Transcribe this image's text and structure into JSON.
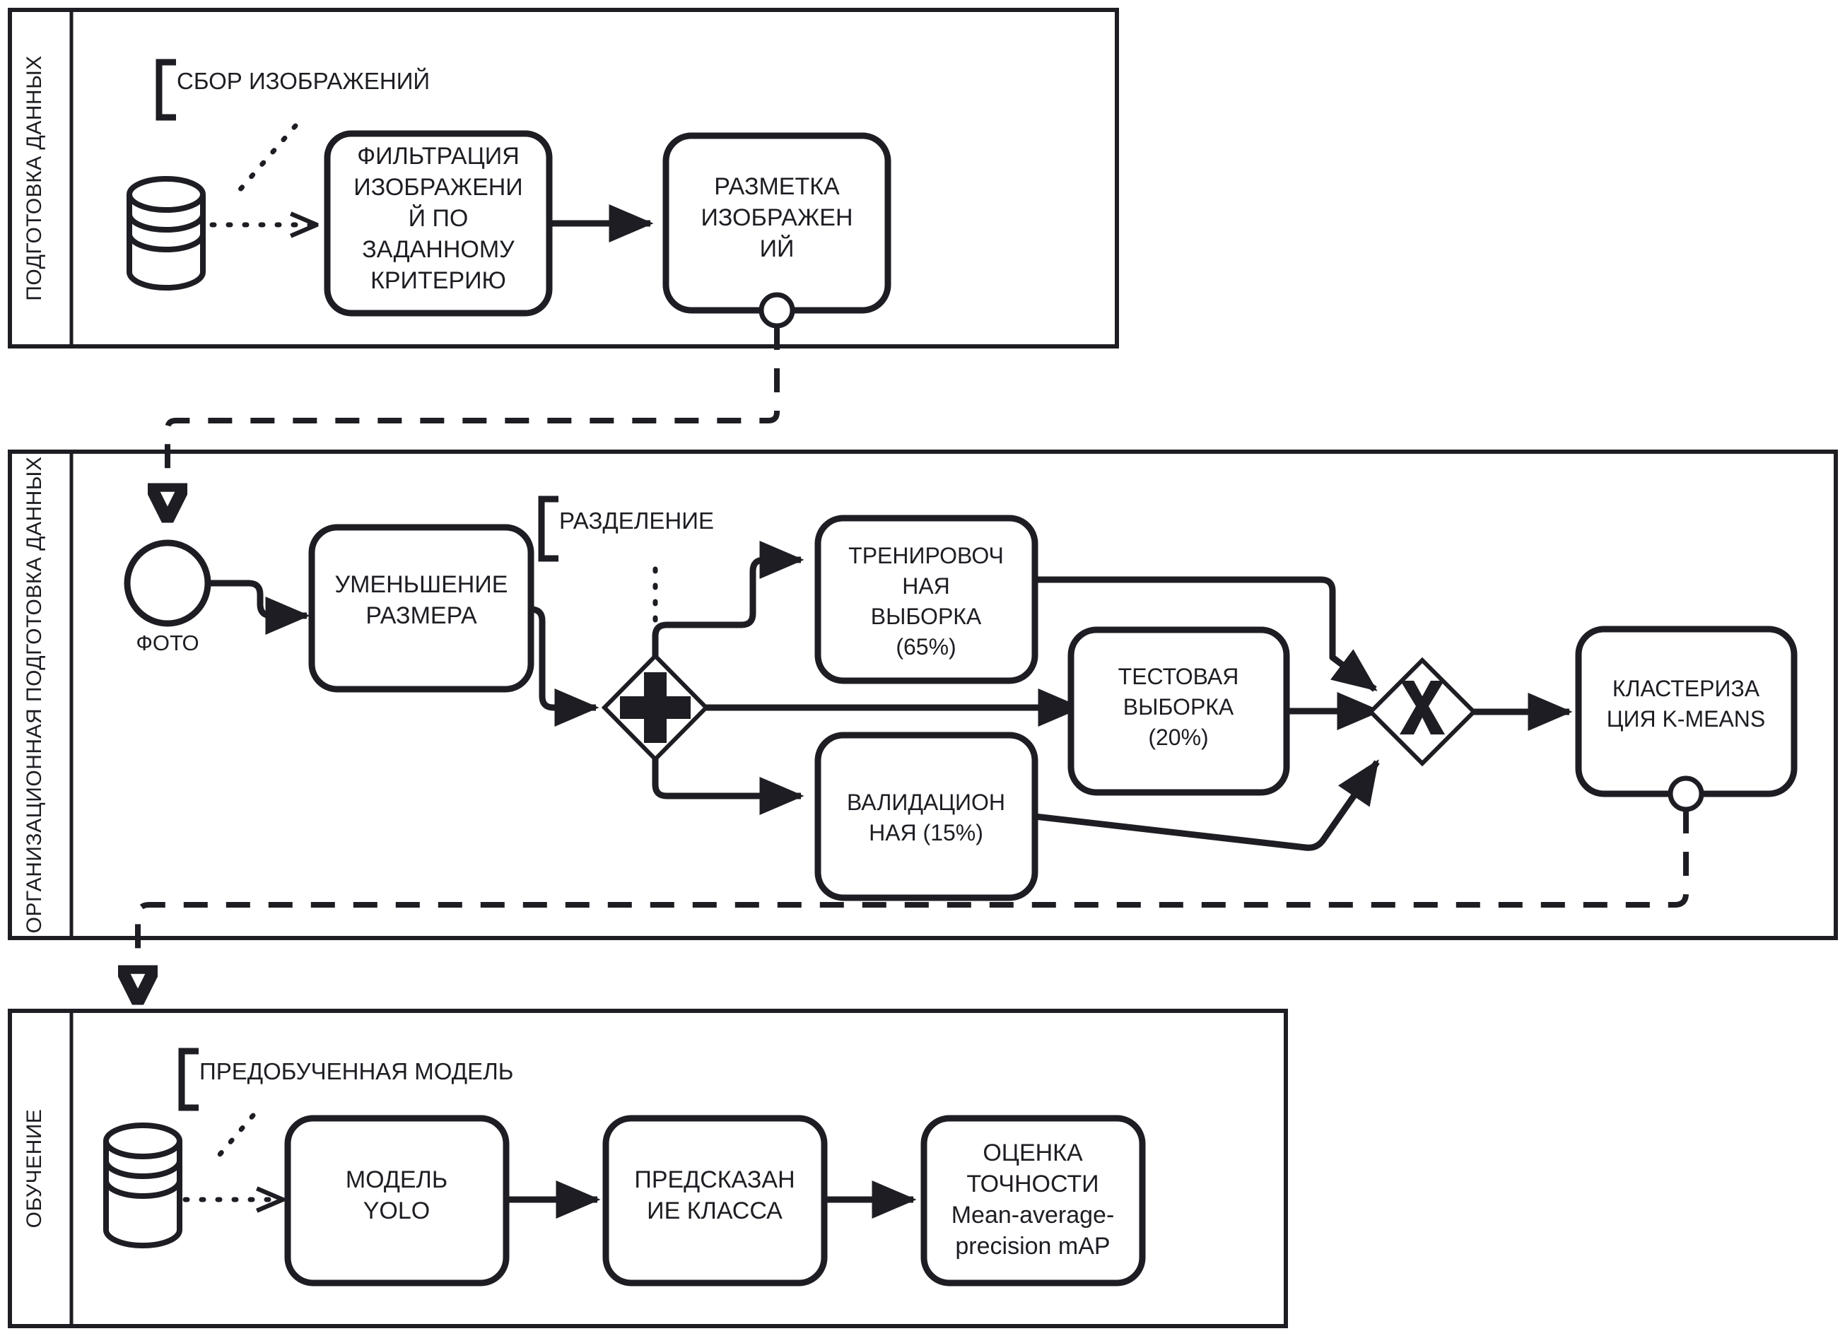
{
  "diagram": {
    "type": "bpmn-process-flow",
    "title": "",
    "language": "ru",
    "stroke_color": "#1d1d23",
    "background_color": "#ffffff"
  },
  "lanes": [
    {
      "id": "lane-data-prep",
      "label": "ПОДГОТОВКА ДАННЫХ"
    },
    {
      "id": "lane-org-prep",
      "label": "ОРГАНИЗАЦИОННАЯ ПОДГОТОВКА ДАННЫХ"
    },
    {
      "id": "lane-training",
      "label": "ОБУЧЕНИЕ"
    }
  ],
  "groups": [
    {
      "id": "group-collect",
      "label": "СБОР ИЗОБРАЖЕНИЙ"
    },
    {
      "id": "group-split",
      "label": "РАЗДЕЛЕНИЕ"
    },
    {
      "id": "group-pretrained",
      "label": "ПРЕДОБУЧЕННАЯ МОДЕЛЬ"
    }
  ],
  "tasks": {
    "filter_images": {
      "lines": [
        "ФИЛЬТРАЦИЯ",
        "ИЗОБРАЖЕНИ",
        "Й ПО",
        "ЗАДАННОМУ",
        "КРИТЕРИЮ"
      ]
    },
    "annotate_images": {
      "lines": [
        "РАЗМЕТКА",
        "ИЗОБРАЖЕН",
        "ИЙ"
      ]
    },
    "resize": {
      "lines": [
        "УМЕНЬШЕНИЕ",
        "РАЗМЕРА"
      ]
    },
    "train_set": {
      "lines": [
        "ТРЕНИРОВОЧ",
        "НАЯ",
        "ВЫБОРКА",
        "(65%)"
      ]
    },
    "test_set": {
      "lines": [
        "ТЕСТОВАЯ",
        "ВЫБОРКА",
        "(20%)"
      ]
    },
    "val_set": {
      "lines": [
        "ВАЛИДАЦИОН",
        "НАЯ (15%)"
      ]
    },
    "kmeans": {
      "lines": [
        "КЛАСТЕРИЗА",
        "ЦИЯ K-MEANS"
      ]
    },
    "model_yolo": {
      "lines": [
        "МОДЕЛЬ",
        "YOLO"
      ]
    },
    "predict_class": {
      "lines": [
        "ПРЕДСКАЗАН",
        "ИЕ КЛАССА"
      ]
    },
    "accuracy": {
      "lines": [
        "ОЦЕНКА",
        "ТОЧНОСТИ",
        "Mean-average-",
        "precision mAP"
      ]
    }
  },
  "events": {
    "photo_start": {
      "label": "ФОТО"
    }
  },
  "gateways": {
    "parallel_split": {
      "symbol": "+",
      "type": "parallel"
    },
    "exclusive_join": {
      "symbol": "X",
      "type": "exclusive"
    }
  },
  "data_stores": [
    {
      "id": "store-images",
      "label": ""
    },
    {
      "id": "store-pretrained",
      "label": ""
    }
  ],
  "split_percentages": {
    "training": "65%",
    "test": "20%",
    "validation": "15%"
  }
}
